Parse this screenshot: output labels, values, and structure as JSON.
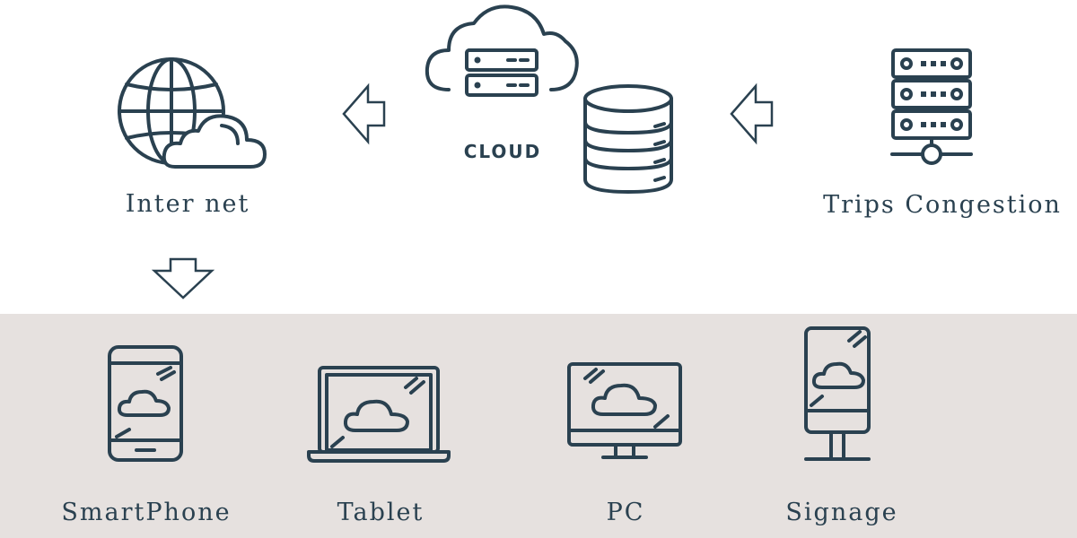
{
  "top": {
    "internet_label": "Inter net",
    "cloud_label": "CLOUD",
    "source_label": "Trips Congestion"
  },
  "devices": [
    {
      "label": "SmartPhone",
      "icon": "smartphone-icon"
    },
    {
      "label": "Tablet",
      "icon": "laptop-icon"
    },
    {
      "label": "PC",
      "icon": "monitor-icon"
    },
    {
      "label": "Signage",
      "icon": "signage-icon"
    }
  ],
  "colors": {
    "line": "#2a4150",
    "band": "#e6e1df",
    "background": "#ffffff"
  }
}
